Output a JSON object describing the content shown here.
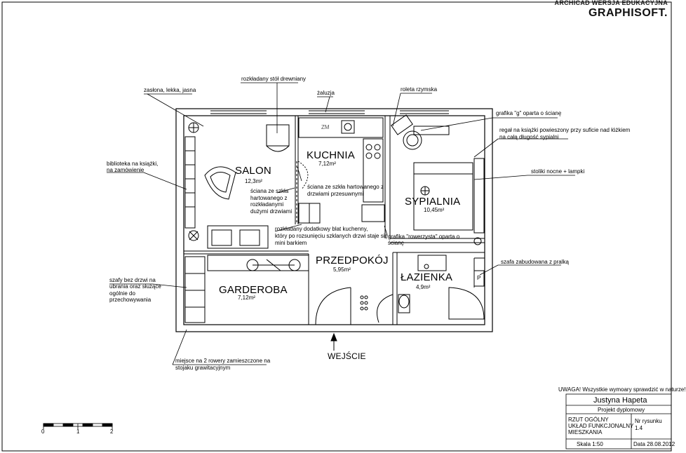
{
  "header": {
    "edition": "ARCHICAD WERSJA EDUKACYJNA",
    "logo": "GRAPHISOFT."
  },
  "rooms": {
    "salon": {
      "name": "SALON",
      "area": "12,3m²"
    },
    "kuchnia": {
      "name": "KUCHNIA",
      "area": "7,12m²"
    },
    "sypialnia": {
      "name": "SYPIALNIA",
      "area": "10,45m²"
    },
    "przedpokoj": {
      "name": "PRZEDPOKÓJ",
      "area": "5,95m²"
    },
    "lazienka": {
      "name": "ŁAZIENKA",
      "area": "4,9m²"
    },
    "garderoba": {
      "name": "GARDEROBA",
      "area": "7,12m²"
    }
  },
  "annotations": {
    "zaslona": "zasłona, lekka, jasna",
    "stol": "rozkładany stół drewniany",
    "zaluzja": "żaluzja",
    "roleta": "roleta rzymska",
    "grafika_g": "grafika \"g\" oparta o ścianę",
    "regal_1": "regał na książki powieszony przy suficie nad łóżkiem",
    "regal_2": "na całą długość sypialni",
    "biblioteka_1": "biblioteka na książki,",
    "biblioteka_2": "na zamówienie",
    "stoliki": "stoliki nocne + lampki",
    "sciana_salon_1": "ściana ze szkła",
    "sciana_salon_2": "hartowanego z",
    "sciana_salon_3": "rozkładanymi",
    "sciana_salon_4": "dużymi drzwiami",
    "sciana_kuchnia_1": "ściana ze szkła hartowanego z",
    "sciana_kuchnia_2": "drzwiami przesuwnymi",
    "blat_1": "rozkładany dodatkowy blat kuchenny,",
    "blat_2": "który po rozsunięciu szklanych drzwi staje się",
    "blat_3": "mini barkiem",
    "grafika_rower_1": "grafika \"rowerzysta\" oparta o",
    "grafika_rower_2": "ścianę",
    "szafa_zab": "szafa zabudowana z pralką",
    "szafy_1": "szafy bez drzwi na",
    "szafy_2": "ubrania oraz służące",
    "szafy_3": "ogólnie do",
    "szafy_4": "przechowywania",
    "rowery_1": "miejsce na 2 rowery zamieszczone na",
    "rowery_2": "stojaku grawitacyjnym",
    "wejscie": "WEJŚCIE",
    "zm": "ZM",
    "p": "P"
  },
  "scale_bar": {
    "labels": [
      "0",
      "1",
      "2"
    ]
  },
  "title_block": {
    "warning": "UWAGA! Wszystkie wymoary sprawdzić w naturze!",
    "author": "Justyna Hapeta",
    "project": "Projekt dyplomowy",
    "drawing_1": "RZUT OGÓLNY",
    "drawing_2": "UKŁAD FUNKCJONALNY",
    "drawing_3": "MIESZKANIA",
    "sheet_label": "Nr rysunku",
    "sheet_no": "1.4",
    "scale": "Skala 1:50",
    "date": "Data 28.08.2012"
  }
}
